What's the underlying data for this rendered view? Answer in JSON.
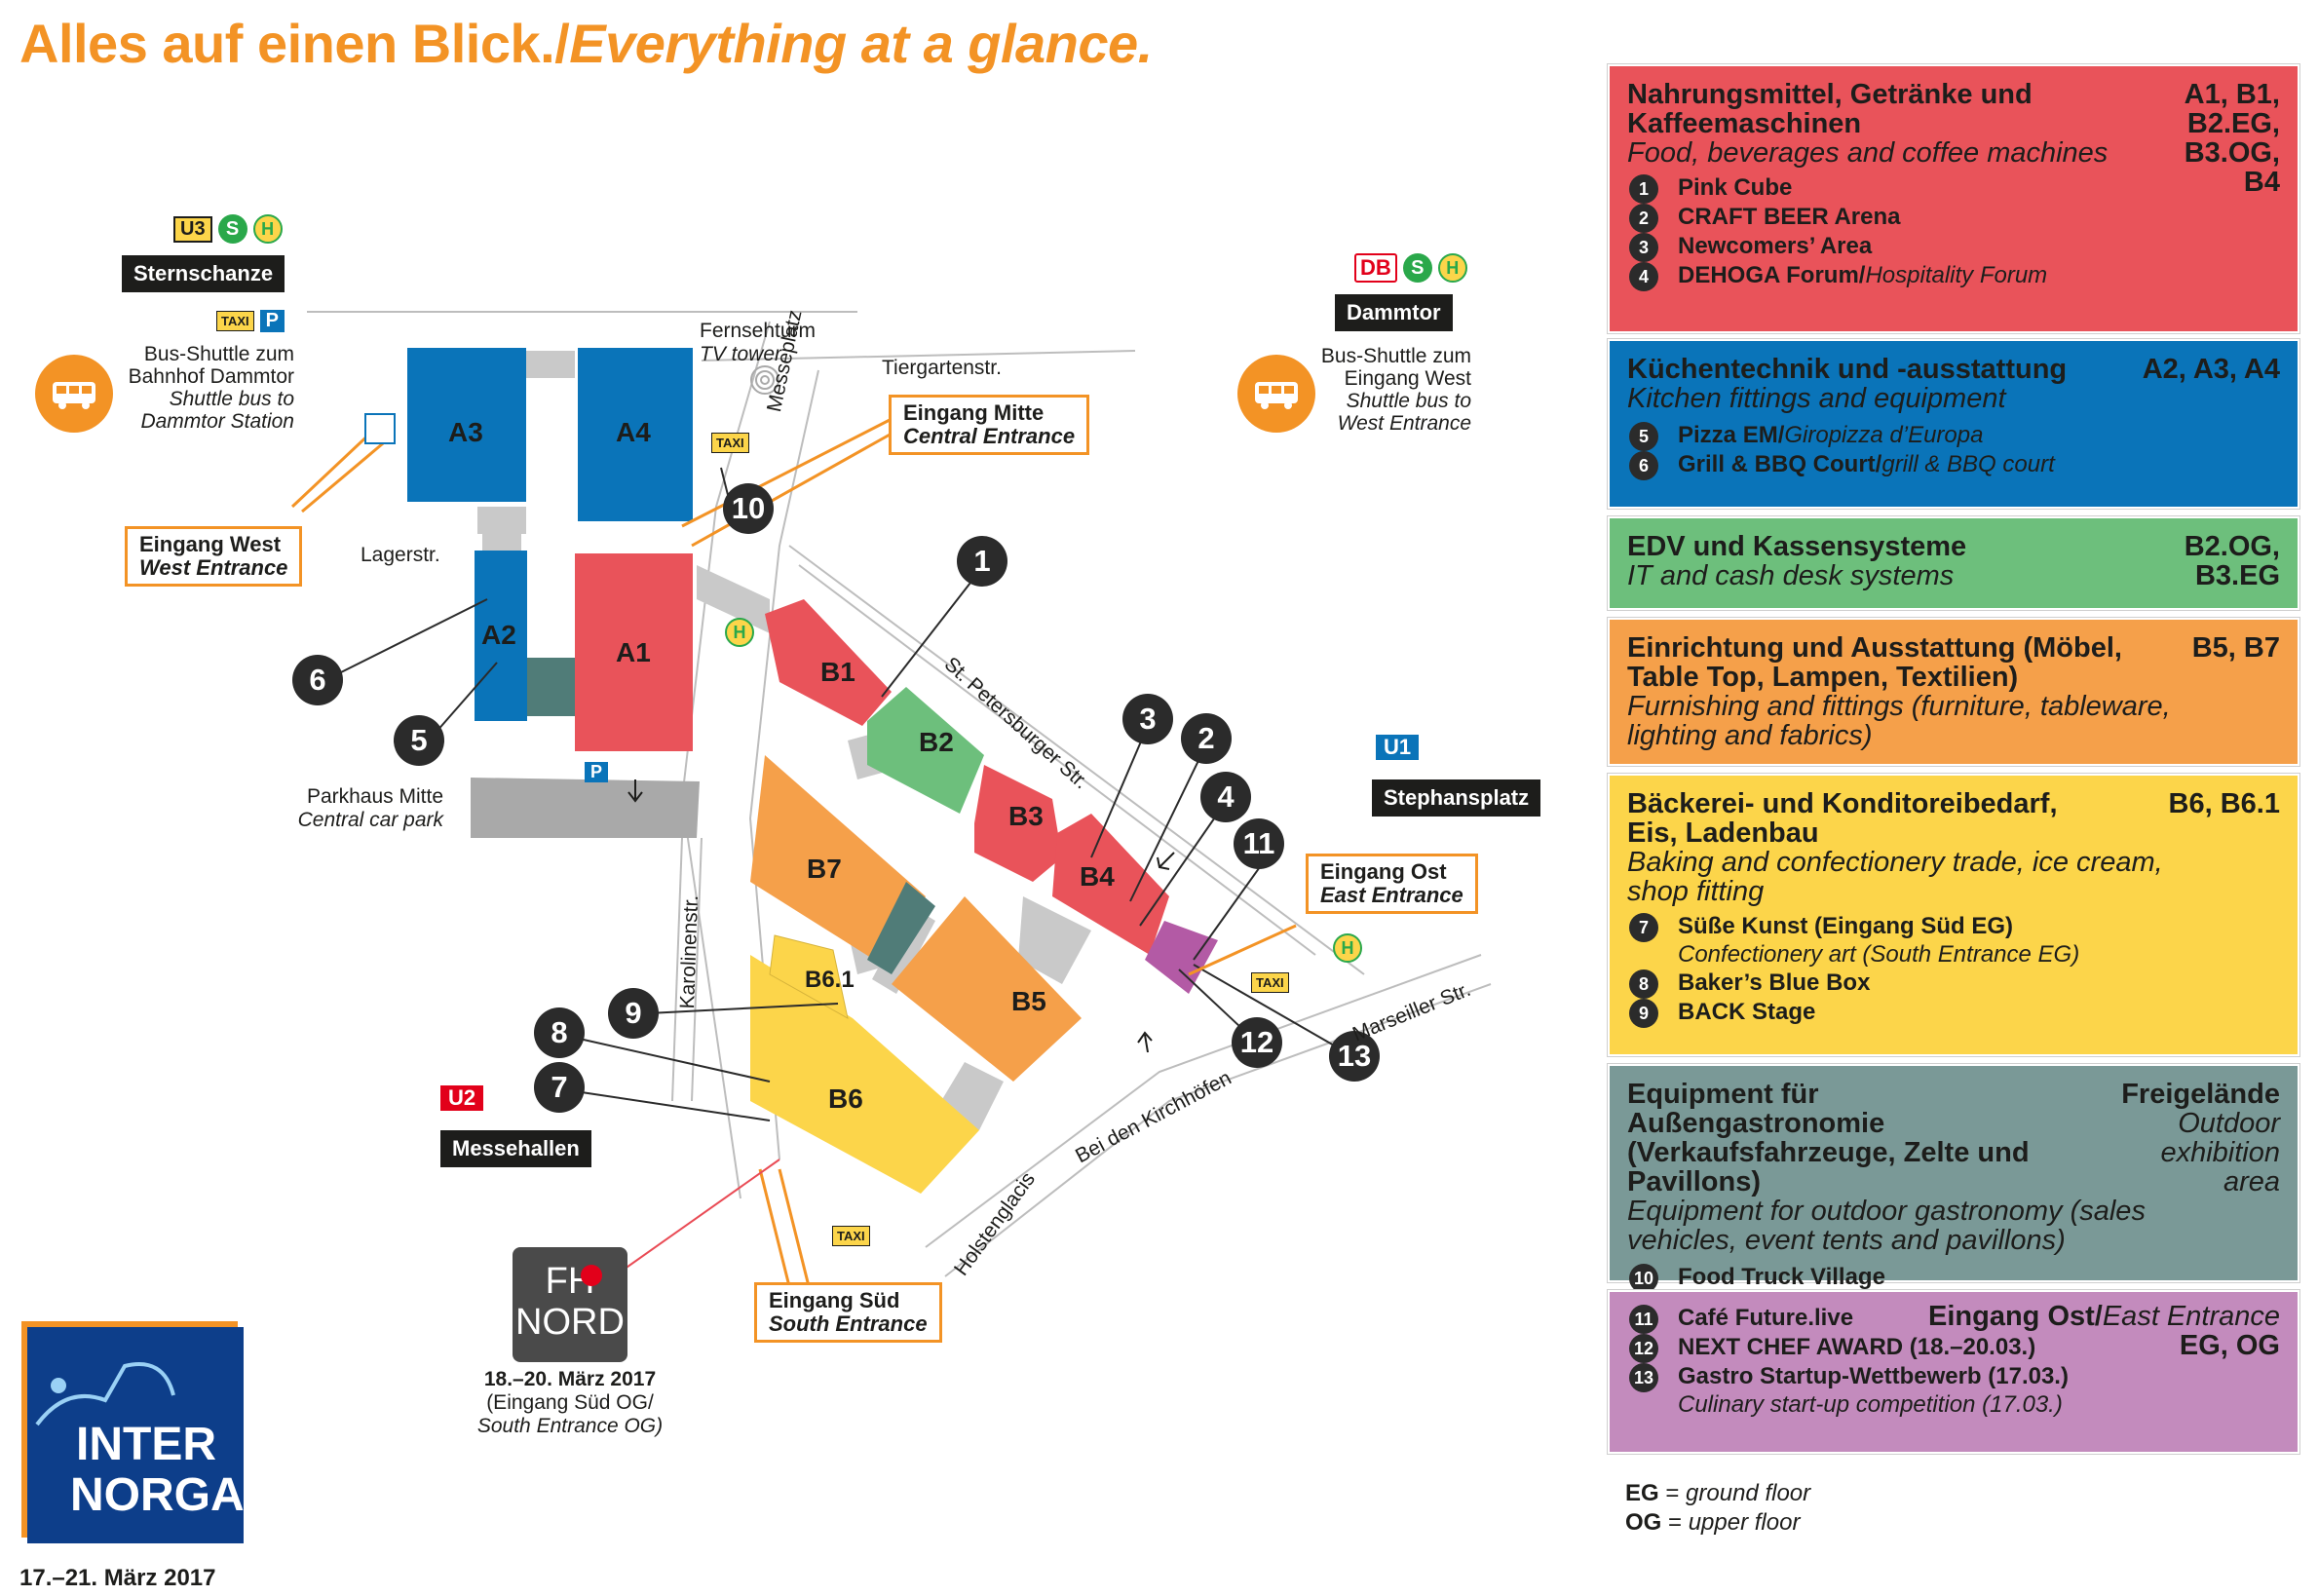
{
  "title": {
    "de": "Alles auf einen Blick./",
    "en": "Everything at a glance."
  },
  "colors": {
    "orange": "#f39325",
    "red": "#e9535a",
    "blue": "#0a74b9",
    "green": "#6dbf7c",
    "yellow": "#fcd54a",
    "grey": "#7a9997",
    "purple": "#c38bbd",
    "dark": "#2b2b2b"
  },
  "transit": {
    "sternschanze": {
      "name": "Sternschanze",
      "lines": [
        "U3",
        "S",
        "H"
      ],
      "extras": [
        "TAXI",
        "P"
      ]
    },
    "dammtor": {
      "name": "Dammtor",
      "lines": [
        "DB",
        "S",
        "H"
      ]
    },
    "stephansplatz": {
      "name": "Stephansplatz",
      "line": "U1"
    },
    "messehallen": {
      "name": "Messehallen",
      "line": "U2"
    }
  },
  "shuttle_west": {
    "line1": "Bus-Shuttle zum",
    "line2": "Bahnhof Dammtor",
    "line3": "Shuttle bus to",
    "line4": "Dammtor Station"
  },
  "shuttle_east": {
    "line1": "Bus-Shuttle zum",
    "line2": "Eingang West",
    "line3": "Shuttle bus to",
    "line4": "West Entrance"
  },
  "entrances": {
    "west": {
      "de": "Eingang West",
      "en": "West Entrance"
    },
    "mitte": {
      "de": "Eingang Mitte",
      "en": "Central Entrance"
    },
    "ost": {
      "de": "Eingang Ost",
      "en": "East Entrance"
    },
    "sued": {
      "de": "Eingang Süd",
      "en": "South Entrance"
    }
  },
  "streets": {
    "fernsehturm": "Fernsehturm",
    "tvtower": "TV tower",
    "messeplatz": "Messeplatz",
    "tiergarten": "Tiergartenstr.",
    "lager": "Lagerstr.",
    "stpeter": "St. Petersburger Str.",
    "karolinen": "Karolinenstr.",
    "marseiller": "Marseiller Str.",
    "kirchhoefen": "Bei den Kirchhöfen",
    "holstenglacis": "Holstenglacis",
    "parkhaus_de": "Parkhaus Mitte",
    "parkhaus_en": "Central car park",
    "taxi": "TAXI",
    "h": "H",
    "p": "P"
  },
  "halls": [
    "A1",
    "A2",
    "A3",
    "A4",
    "B1",
    "B2",
    "B3",
    "B4",
    "B5",
    "B6",
    "B6.1",
    "B7"
  ],
  "markers": [
    "1",
    "2",
    "3",
    "4",
    "5",
    "6",
    "7",
    "8",
    "9",
    "10",
    "11",
    "12",
    "13"
  ],
  "fhnord": {
    "logo_line1": "FH",
    "logo_line2": "NORD",
    "date": "18.–20. März 2017",
    "note1": "(Eingang Süd OG/",
    "note2": "South Entrance OG)"
  },
  "internorga": {
    "line1": "INTER",
    "line2": "NORGA",
    "dates": "17.–21. März 2017"
  },
  "legend": [
    {
      "color": "#e9535a",
      "head": "Nahrungsmittel, Getränke und Kaffeemaschinen",
      "sub": "Food, beverages and coffee machines",
      "codes": [
        "A1, B1,",
        "B2.EG,",
        "B3.OG,",
        "B4"
      ],
      "items": [
        {
          "n": "1",
          "de": "Pink Cube",
          "en": ""
        },
        {
          "n": "2",
          "de": "CRAFT BEER Arena",
          "en": ""
        },
        {
          "n": "3",
          "de": "Newcomers’ Area",
          "en": ""
        },
        {
          "n": "4",
          "de": "DEHOGA Forum/",
          "en": "Hospitality Forum"
        }
      ]
    },
    {
      "color": "#0a74b9",
      "head": "Küchentechnik und -ausstattung",
      "sub": "Kitchen fittings and equipment",
      "codes": [
        "A2, A3, A4"
      ],
      "items": [
        {
          "n": "5",
          "de": "Pizza EM/",
          "en": "Giropizza d’Europa"
        },
        {
          "n": "6",
          "de": "Grill & BBQ Court/",
          "en": "grill & BBQ court"
        }
      ]
    },
    {
      "color": "#6dbf7c",
      "head": "EDV und Kassensysteme",
      "sub": "IT and cash desk systems",
      "codes": [
        "B2.OG,",
        "B3.EG"
      ],
      "items": []
    },
    {
      "color": "#f5a04a",
      "head": "Einrichtung und Ausstattung (Möbel, Table Top, Lampen, Textilien)",
      "sub": "Furnishing and fittings (furniture, tableware, lighting and fabrics)",
      "codes": [
        "B5, B7"
      ],
      "items": []
    },
    {
      "color": "#fcd54a",
      "head": "Bäckerei- und Konditoreibedarf, Eis, Ladenbau",
      "sub": "Baking and confectionery trade, ice cream, shop fitting",
      "codes": [
        "B6, B6.1"
      ],
      "items": [
        {
          "n": "7",
          "de": "Süße Kunst (Eingang Süd EG)",
          "en": "",
          "sub": "Confectionery art (South Entrance EG)"
        },
        {
          "n": "8",
          "de": "Baker’s Blue Box",
          "en": ""
        },
        {
          "n": "9",
          "de": "BACK Stage",
          "en": ""
        }
      ]
    },
    {
      "color": "#7a9997",
      "head": "Equipment für Außengastronomie (Verkaufsfahrzeuge, Zelte und Pavillons)",
      "sub": "Equipment for outdoor gastronomy (sales vehicles, event tents and pavillons)",
      "codes": [
        "Freigelände"
      ],
      "codes_it": [
        "Outdoor",
        "exhibition",
        "area"
      ],
      "items": [
        {
          "n": "10",
          "de": "Food Truck Village",
          "en": ""
        }
      ]
    },
    {
      "color": "#c38bbd",
      "head": "",
      "sub": "",
      "codes": [
        "Eingang Ost/",
        "EG, OG"
      ],
      "codes_en": "East Entrance",
      "items": [
        {
          "n": "11",
          "de": "Café Future.live",
          "en": ""
        },
        {
          "n": "12",
          "de": "NEXT CHEF AWARD (18.–20.03.)",
          "en": ""
        },
        {
          "n": "13",
          "de": "Gastro Startup-Wettbewerb (17.03.)",
          "en": "",
          "sub": "Culinary start-up competition (17.03.)"
        }
      ]
    }
  ],
  "footnote": {
    "eg_key": "EG",
    "eg_val": "ground floor",
    "og_key": "OG",
    "og_val": "upper floor"
  }
}
